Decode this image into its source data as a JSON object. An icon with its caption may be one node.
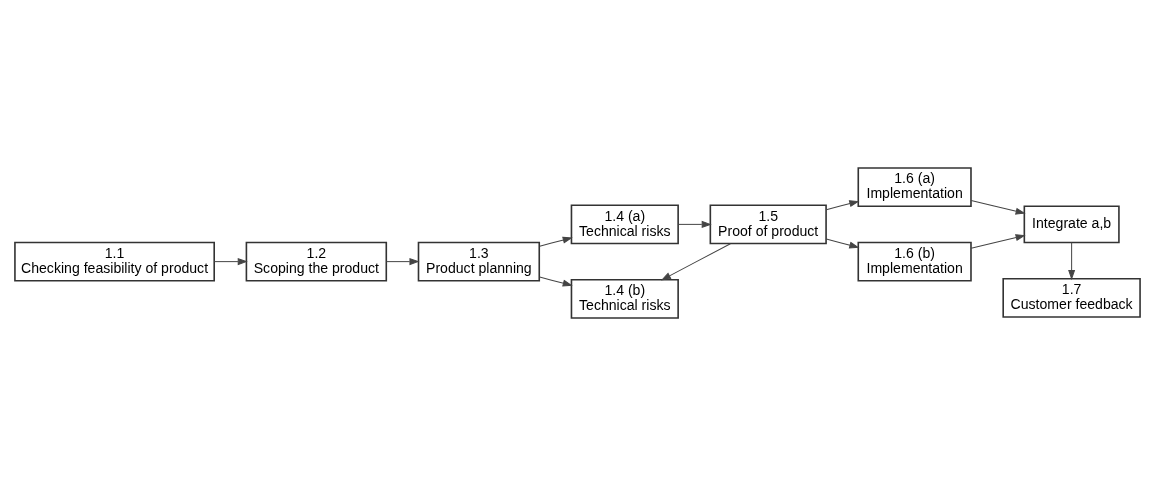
{
  "diagram": {
    "nodes": [
      {
        "text": [
          "1.1",
          "Checking feasibility of product"
        ]
      },
      {
        "text": [
          "1.2",
          "Scoping the product"
        ]
      },
      {
        "text": [
          "1.3",
          "Product planning"
        ]
      },
      {
        "text": [
          "1.4 (a)",
          "Technical risks"
        ]
      },
      {
        "text": [
          "1.4 (b)",
          "Technical risks"
        ]
      },
      {
        "text": [
          "1.5",
          "Proof of product"
        ]
      },
      {
        "text": [
          "1.6 (a)",
          "Implementation"
        ]
      },
      {
        "text": [
          "1.6 (b)",
          "Implementation"
        ]
      },
      {
        "text": [
          "Integrate a,b"
        ]
      },
      {
        "text": [
          "1.7",
          "Customer feedback"
        ]
      }
    ],
    "edges": [
      {
        "from": 0,
        "to": 1,
        "arrow": "to"
      },
      {
        "from": 1,
        "to": 2,
        "arrow": "to"
      },
      {
        "from": 2,
        "to": 3,
        "arrow": "to"
      },
      {
        "from": 2,
        "to": 4,
        "arrow": "to"
      },
      {
        "from": 3,
        "to": 5,
        "arrow": "to"
      },
      {
        "from": 5,
        "to": 4,
        "arrow": "to"
      },
      {
        "from": 5,
        "to": 6,
        "arrow": "to"
      },
      {
        "from": 5,
        "to": 7,
        "arrow": "to"
      },
      {
        "from": 6,
        "to": 8,
        "arrow": "to"
      },
      {
        "from": 7,
        "to": 8,
        "arrow": "to"
      },
      {
        "from": 8,
        "to": 9,
        "arrow": "to"
      }
    ]
  }
}
